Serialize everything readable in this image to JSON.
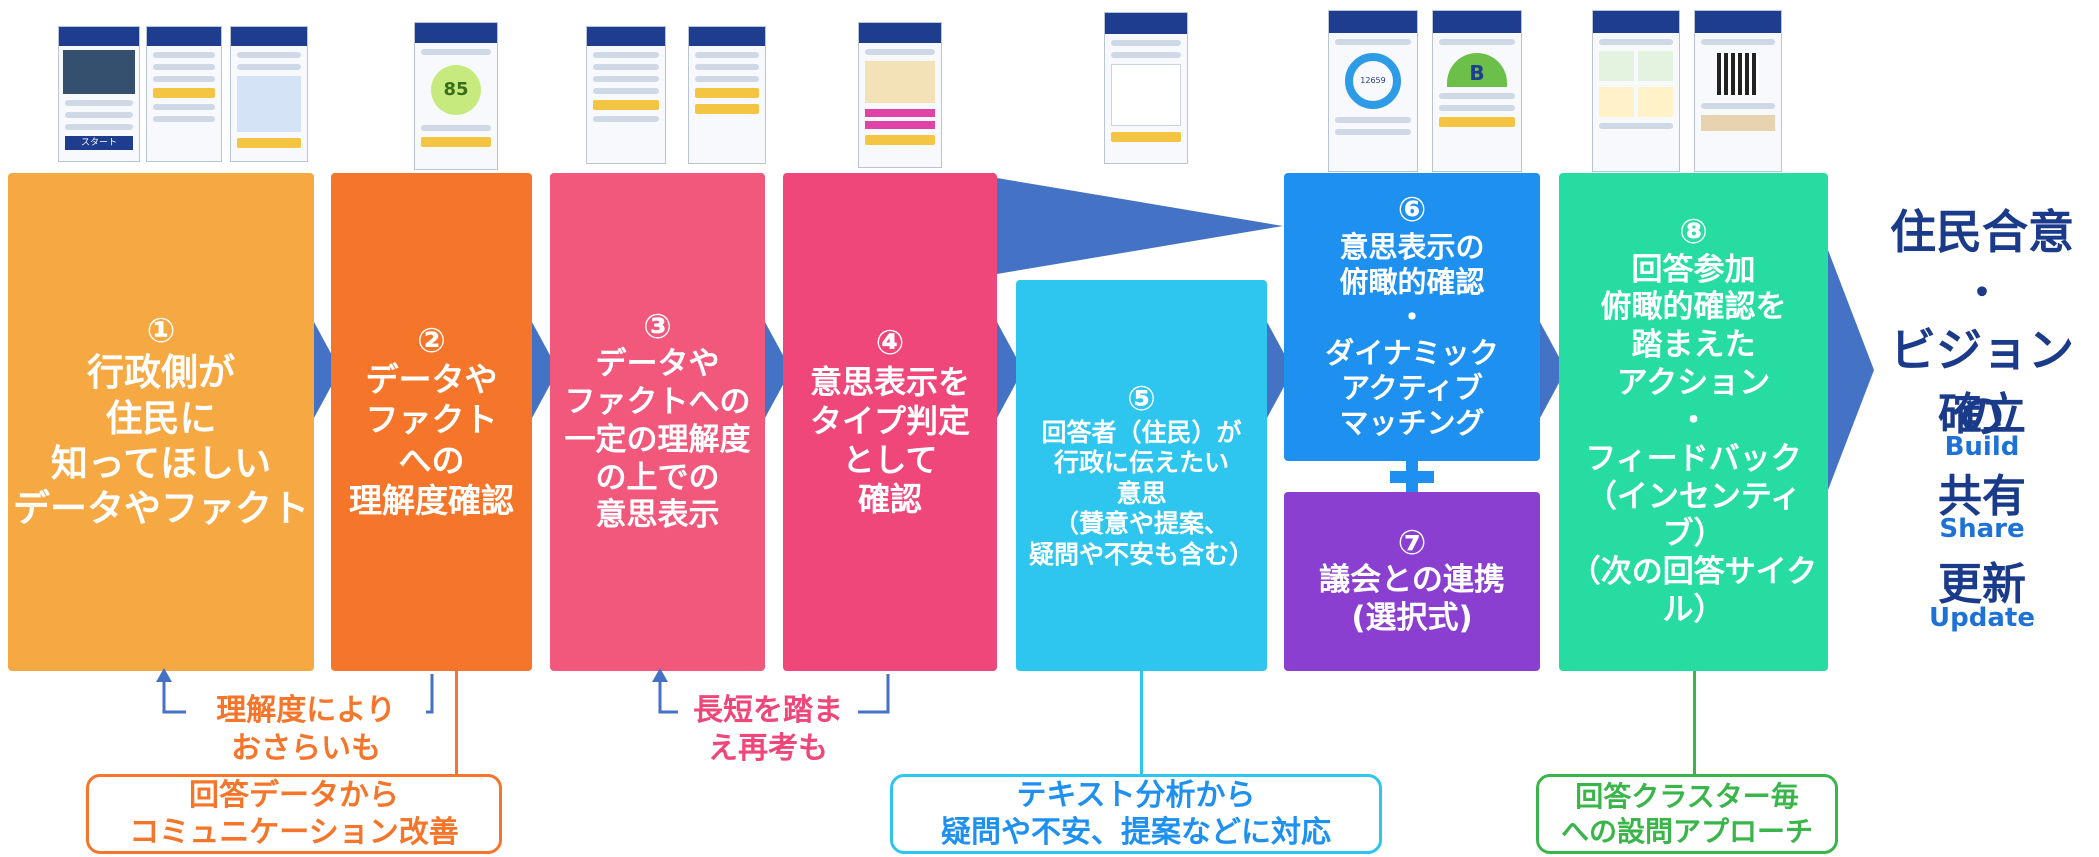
{
  "steps": [
    {
      "num": "①",
      "text": "行政側が\n住民に\n知ってほしい\nデータやファクト",
      "color": "#f6a843"
    },
    {
      "num": "②",
      "text": "データや\nファクト\nへの\n理解度確認",
      "color": "#f5762a"
    },
    {
      "num": "③",
      "text": "データや\nファクトへの\n一定の理解度\nの上での\n意思表示",
      "color": "#f2587c"
    },
    {
      "num": "④",
      "text": "意思表示を\nタイプ判定\nとして\n確認",
      "color": "#f0477a"
    },
    {
      "num": "⑤",
      "text": "回答者（住民）が\n行政に伝えたい\n意思\n（賛意や提案、\n疑問や不安も含む）",
      "color": "#2ec5ef"
    },
    {
      "num": "⑥",
      "text": "意思表示の\n俯瞰的確認\n・\nダイナミック\nアクティブ\nマッチング",
      "color": "#1e90f0"
    },
    {
      "num": "⑦",
      "text": "議会との連携\n(選択式)",
      "color": "#8a3fd1"
    },
    {
      "num": "⑧",
      "text": "回答参加\n俯瞰的確認を\n踏まえた\nアクション\n・\nフィードバック\n（インセンティブ）\n（次の回答サイクル）",
      "color": "#27dca0"
    }
  ],
  "phone_labels": {
    "start_button": "スタート",
    "score": "85",
    "grade": "B",
    "counter": "12659"
  },
  "outcome": {
    "line1": "住民合意",
    "dot": "・",
    "line2": "ビジョンの",
    "line3": "確立",
    "build": "Build",
    "share_jp": "共有",
    "share_en": "Share",
    "update_jp": "更新",
    "update_en": "Update"
  },
  "loops": {
    "review": "理解度により\nおさらいも",
    "reconsider": "長短を踏ま\nえ再考も"
  },
  "callouts": {
    "comm": "回答データから\nコミュニケーション改善",
    "text": "テキスト分析から\n疑問や不安、提案などに対応",
    "cluster": "回答クラスター毎\nへの設問アプローチ"
  },
  "colors": {
    "arrow": "#4472c4",
    "navy": "#1a3a8a",
    "orange": "#f5762a",
    "pink": "#f0477a",
    "cyan": "#2ec5ef",
    "green": "#3ab54a",
    "loop_blue": "#4472c4"
  }
}
